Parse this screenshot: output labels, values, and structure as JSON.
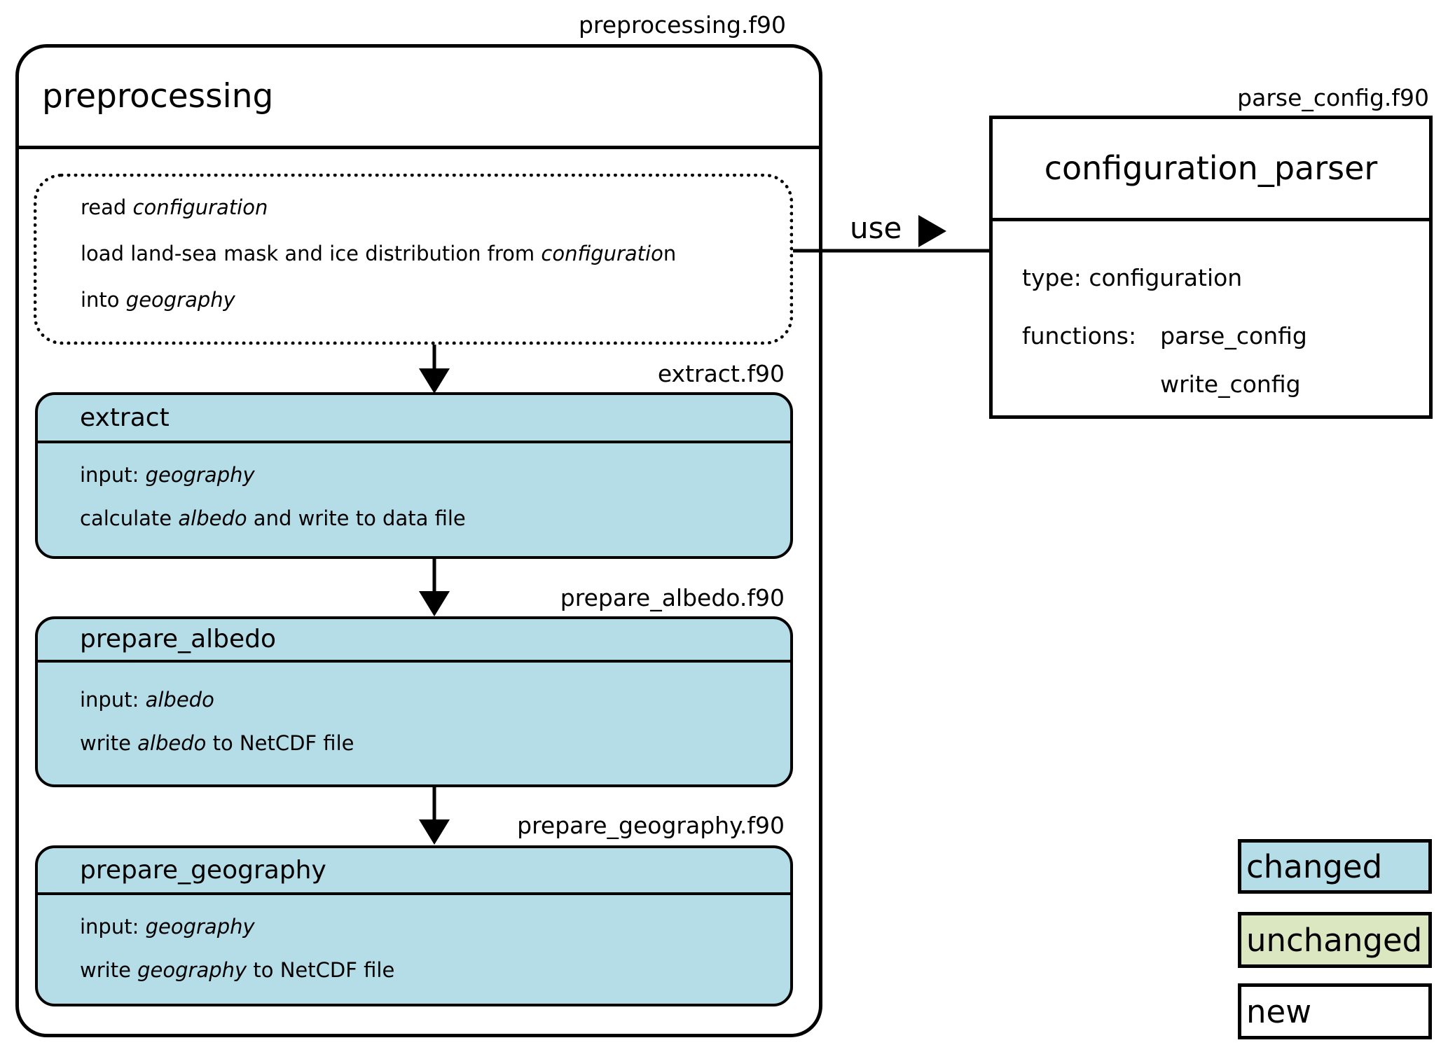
{
  "colors": {
    "changed_fill": "#b5dde8",
    "unchanged_fill": "#dbe7c0",
    "new_fill": "#ffffff",
    "border": "#000000",
    "bg": "#ffffff"
  },
  "preprocessing": {
    "file_label": "preprocessing.f90",
    "title": "preprocessing",
    "init": {
      "lines": [
        [
          {
            "t": "read "
          },
          {
            "t": "configuration",
            "i": 1
          }
        ],
        [
          {
            "t": "load land-sea mask and ice distribution from "
          },
          {
            "t": "configuratio",
            "i": 1
          },
          {
            "t": "n"
          }
        ],
        [
          {
            "t": "into "
          },
          {
            "t": "geography",
            "i": 1
          }
        ]
      ]
    },
    "modules": [
      {
        "file_label": "extract.f90",
        "title": "extract",
        "lines": [
          [
            {
              "t": "input: "
            },
            {
              "t": "geography",
              "i": 1
            }
          ],
          [
            {
              "t": "calculate "
            },
            {
              "t": "albedo",
              "i": 1
            },
            {
              "t": " and write to data file"
            }
          ]
        ]
      },
      {
        "file_label": "prepare_albedo.f90",
        "title": "prepare_albedo",
        "lines": [
          [
            {
              "t": "input: "
            },
            {
              "t": "albedo",
              "i": 1
            }
          ],
          [
            {
              "t": "write "
            },
            {
              "t": "albedo",
              "i": 1
            },
            {
              "t": " to NetCDF file"
            }
          ]
        ]
      },
      {
        "file_label": "prepare_geography.f90",
        "title": "prepare_geography",
        "lines": [
          [
            {
              "t": "input: "
            },
            {
              "t": "geography",
              "i": 1
            }
          ],
          [
            {
              "t": "write "
            },
            {
              "t": "geography",
              "i": 1
            },
            {
              "t": " to NetCDF file"
            }
          ]
        ]
      }
    ]
  },
  "use_connector": {
    "label": "use"
  },
  "configuration_parser": {
    "file_label": "parse_config.f90",
    "title": "configuration_parser",
    "type_line": "type: configuration",
    "functions_label": "functions:",
    "functions": [
      "parse_config",
      "write_config"
    ]
  },
  "legend": {
    "changed": "changed",
    "unchanged": "unchanged",
    "new": "new"
  }
}
